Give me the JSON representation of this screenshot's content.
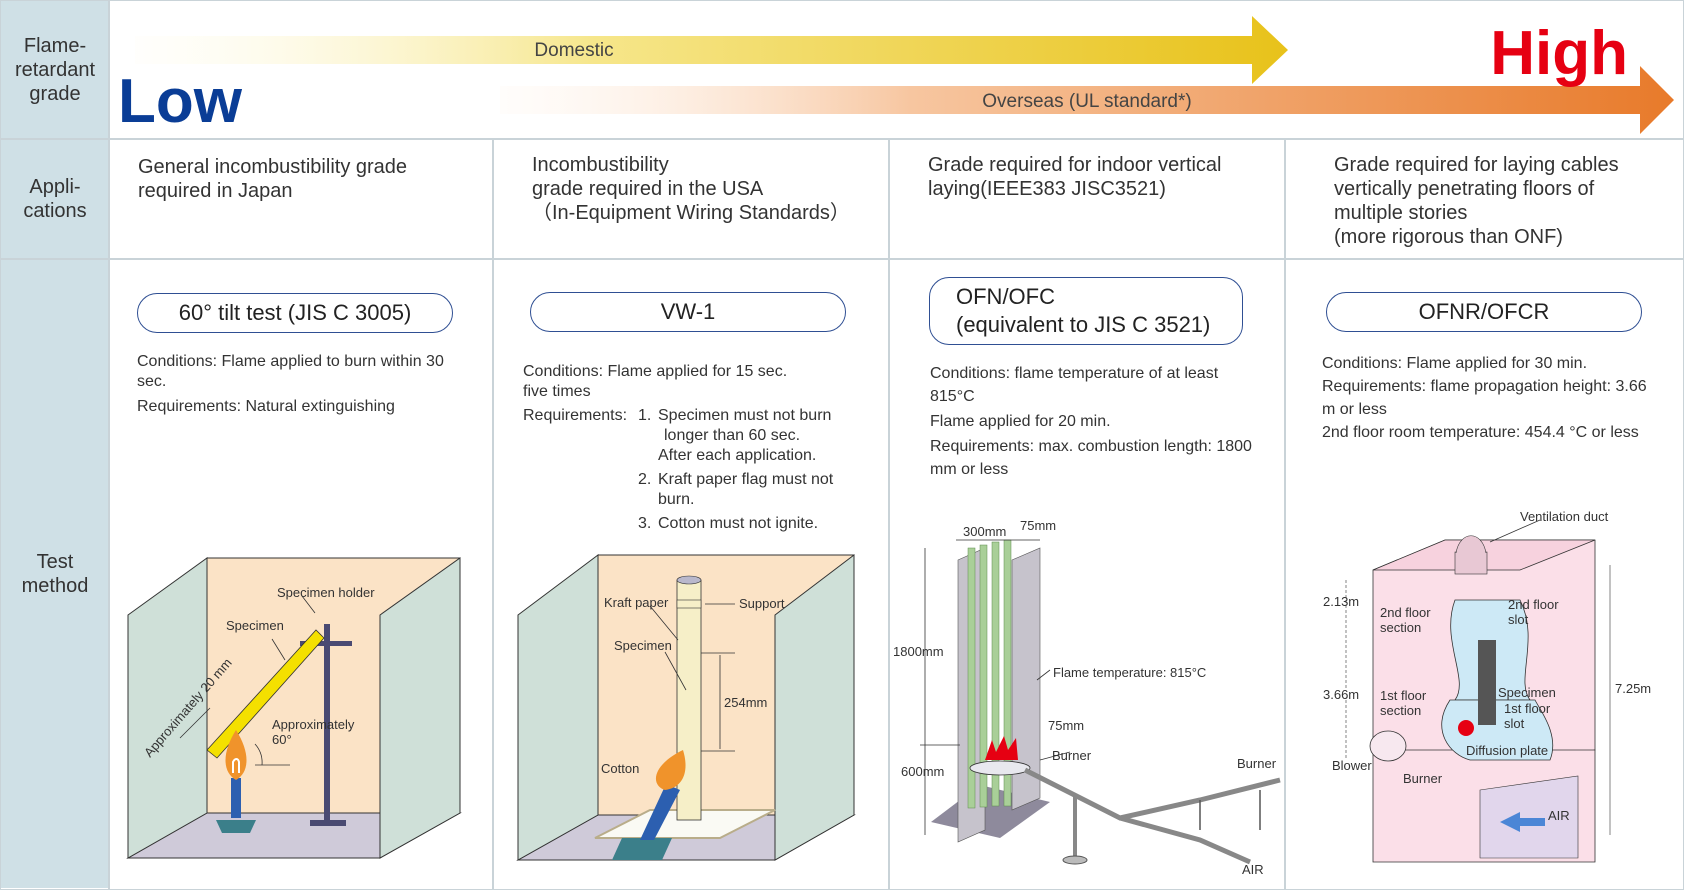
{
  "row_headers": {
    "grade": "Flame-\nretardant\ngrade",
    "applications": "Appli-\ncations",
    "test_method": "Test\nmethod"
  },
  "grade_scale": {
    "low": "Low",
    "high": "High",
    "domestic": "Domestic",
    "overseas": "Overseas (UL standard*)",
    "colors": {
      "low": "#0a3d96",
      "high": "#e60012",
      "domestic_arrow": "#e8c21a",
      "overseas_arrow": "#e87a2a"
    }
  },
  "columns": [
    {
      "application": "General incombustibility grade\nrequired in Japan",
      "test_name": "60° tilt test (JIS C 3005)",
      "conditions": [
        "Conditions: Flame applied to burn within 30 sec.",
        "Requirements: Natural extinguishing"
      ],
      "figure": {
        "specimen_holder": "Specimen holder",
        "specimen": "Specimen",
        "approx_20mm": "Approximately 20 mm",
        "approx_60": "Approximately",
        "approx_60_b": "60°"
      }
    },
    {
      "application": "Incombustibility\ngrade required in the USA\n（In-Equipment Wiring Standards）",
      "test_name": "VW-1",
      "conditions_line1": "Conditions: Flame applied for 15 sec.",
      "conditions_line2": "five times",
      "requirements_label": "Requirements:",
      "requirements": [
        {
          "n": "1.",
          "text": "Specimen must not burn",
          "cont": "longer than 60 sec.",
          "cont2": "After each application."
        },
        {
          "n": "2.",
          "text": "Kraft paper flag must not",
          "cont": "burn."
        },
        {
          "n": "3.",
          "text": "Cotton must not ignite."
        }
      ],
      "figure": {
        "kraft_paper": "Kraft paper",
        "support": "Support",
        "specimen": "Specimen",
        "length": "254mm",
        "cotton": "Cotton"
      }
    },
    {
      "application": "Grade required for indoor vertical\nlaying(IEEE383 JISC3521)",
      "test_name": "OFN/OFC\n(equivalent to JIS C 3521)",
      "conditions": [
        "Conditions: flame temperature of at least 815°C",
        "Flame applied for 20 min.",
        "Requirements: max. combustion length: 1800 mm or less"
      ],
      "figure": {
        "width_300": "300mm",
        "width_75": "75mm",
        "height_1800": "1800mm",
        "height_600": "600mm",
        "flame_temp": "Flame temperature: 815°C",
        "gap_75": "75mm",
        "burner": "Burner",
        "burner2": "Burner",
        "air": "AIR"
      }
    },
    {
      "application": "Grade required for laying cables\nvertically penetrating floors of\nmultiple stories\n(more rigorous than ONF)",
      "test_name": "OFNR/OFCR",
      "conditions": [
        "Conditions: Flame applied for 30 min.",
        "Requirements: flame propagation height: 3.66 m or less",
        "2nd floor room temperature: 454.4 °C or less"
      ],
      "figure": {
        "ventilation_duct": "Ventilation duct",
        "h_213": "2.13m",
        "second_floor_section": "2nd floor\nsection",
        "second_floor_slot": "2nd floor\nslot",
        "h_366": "3.66m",
        "first_floor_section": "1st floor\nsection",
        "specimen": "Specimen",
        "first_floor_slot": "1st floor\nslot",
        "h_725": "7.25m",
        "diffusion_plate": "Diffusion plate",
        "blower": "Blower",
        "burner": "Burner",
        "air": "AIR"
      }
    }
  ]
}
